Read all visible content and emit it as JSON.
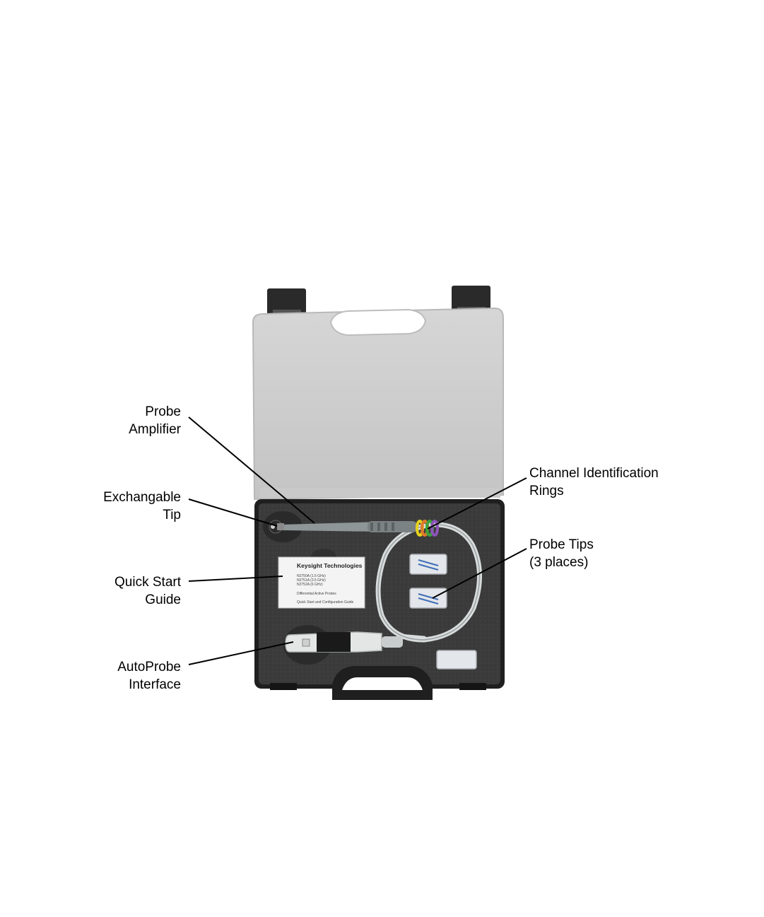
{
  "callouts": {
    "probe_amplifier": [
      "Probe",
      "Amplifier"
    ],
    "exchangable_tip": [
      "Exchangable",
      "Tip"
    ],
    "quick_start_guide": [
      "Quick Start",
      "Guide"
    ],
    "autoprobe_interface": [
      "AutoProbe",
      "Interface"
    ],
    "channel_rings": [
      "Channel Identification",
      "Rings"
    ],
    "probe_tips": [
      "Probe Tips",
      "(3 places)"
    ]
  },
  "booklet": {
    "brand": "Keysight Technologies",
    "models": [
      "N2750A (1.5 GHz)",
      "N2751A (3.5 GHz)",
      "N2752A (6 GHz)"
    ],
    "product": "Differential Active Probes",
    "subtitle": "Quick Start and Configuration Guide"
  },
  "colors": {
    "lid": "#cfcfcf",
    "foam": "#3a3a3a",
    "case_frame": "#222222",
    "cable": "#d8dcdc",
    "rings": [
      "#e6d21c",
      "#e07a2a",
      "#3aa33a",
      "#8d54b8"
    ]
  }
}
